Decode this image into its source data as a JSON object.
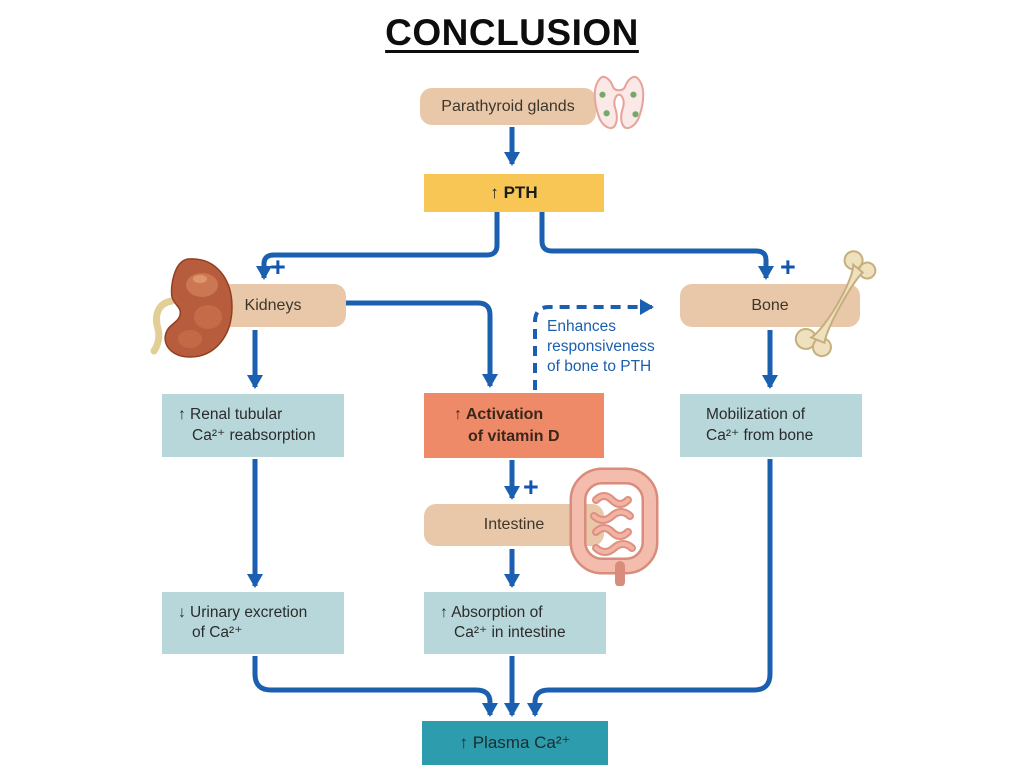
{
  "slide_title": "CONCLUSION",
  "colors": {
    "arrow_blue": "#1A5FB0",
    "annotation_blue": "#1B5FAF",
    "tan_box": "#E8C8A8",
    "yellow_box": "#F7C654",
    "light_blue_box": "#B7D7DA",
    "salmon_box": "#EF8A68",
    "teal_box": "#2D9CAD"
  },
  "nodes": {
    "parathyroid": {
      "label": "Parathyroid glands",
      "icon": "thyroid-gland"
    },
    "pth": {
      "label": "↑ PTH"
    },
    "kidneys": {
      "label": "Kidneys",
      "icon": "kidney"
    },
    "bone": {
      "label": "Bone",
      "icon": "bone"
    },
    "renal_reabsorption": {
      "line1": "↑ Renal tubular",
      "line2": "Ca²⁺ reabsorption"
    },
    "vitamin_d": {
      "line1": "↑ Activation",
      "line2": "of vitamin D"
    },
    "mobilization": {
      "line1": "Mobilization of",
      "line2": "Ca²⁺ from bone"
    },
    "intestine": {
      "label": "Intestine",
      "icon": "large-intestine"
    },
    "urinary_excretion": {
      "line1": "↓ Urinary excretion",
      "line2": "of Ca²⁺"
    },
    "absorption": {
      "line1": "↑ Absorption of",
      "line2": "Ca²⁺ in intestine"
    },
    "plasma": {
      "label": "↑ Plasma Ca²⁺"
    }
  },
  "annotations": {
    "enhances_line1": "Enhances",
    "enhances_line2": "responsiveness",
    "enhances_line3": "of bone to PTH",
    "plus": "+"
  }
}
